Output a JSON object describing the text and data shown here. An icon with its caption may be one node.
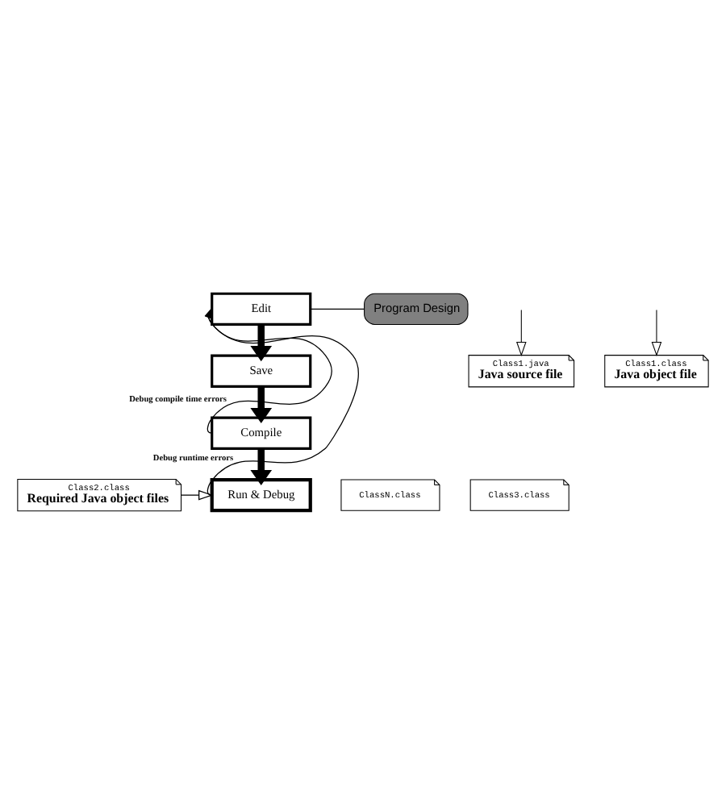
{
  "diagram": {
    "nodes": [
      {
        "text": [
          "Edit"
        ]
      },
      {
        "text": [
          "Program Design"
        ]
      },
      {
        "text": [
          "Save"
        ]
      },
      {
        "text": [
          "Compile"
        ]
      },
      {
        "text": [
          "Class1.java",
          "Java source file"
        ]
      },
      {
        "text": [
          "Class1.class",
          "Java object file"
        ]
      },
      {
        "text": [
          "Run & Debug"
        ]
      },
      {
        "text": [
          "ClassN.class"
        ]
      },
      {
        "text": [
          "Class3.class"
        ]
      },
      {
        "text": [
          "Class2.class",
          "Required Java object files"
        ]
      }
    ],
    "edges": [
      {
        "from": 1,
        "to": 0,
        "arrow": "none"
      },
      {
        "from": 0,
        "to": 2,
        "arrow": "to",
        "style": "thick"
      },
      {
        "from": 2,
        "to": 3,
        "arrow": "to",
        "style": "thick"
      },
      {
        "from": 3,
        "to": 0,
        "arrow": "to",
        "label": "Debug compile time errors"
      },
      {
        "from": null,
        "to": 4,
        "arrow": "to"
      },
      {
        "from": 3,
        "to": 6,
        "arrow": "to",
        "style": "thick"
      },
      {
        "from": null,
        "to": 5,
        "arrow": "to"
      },
      {
        "from": 6,
        "to": 0,
        "arrow": "to",
        "label": "Debug runtime errors"
      },
      {
        "from": 9,
        "to": 6,
        "arrow": "to"
      }
    ]
  }
}
